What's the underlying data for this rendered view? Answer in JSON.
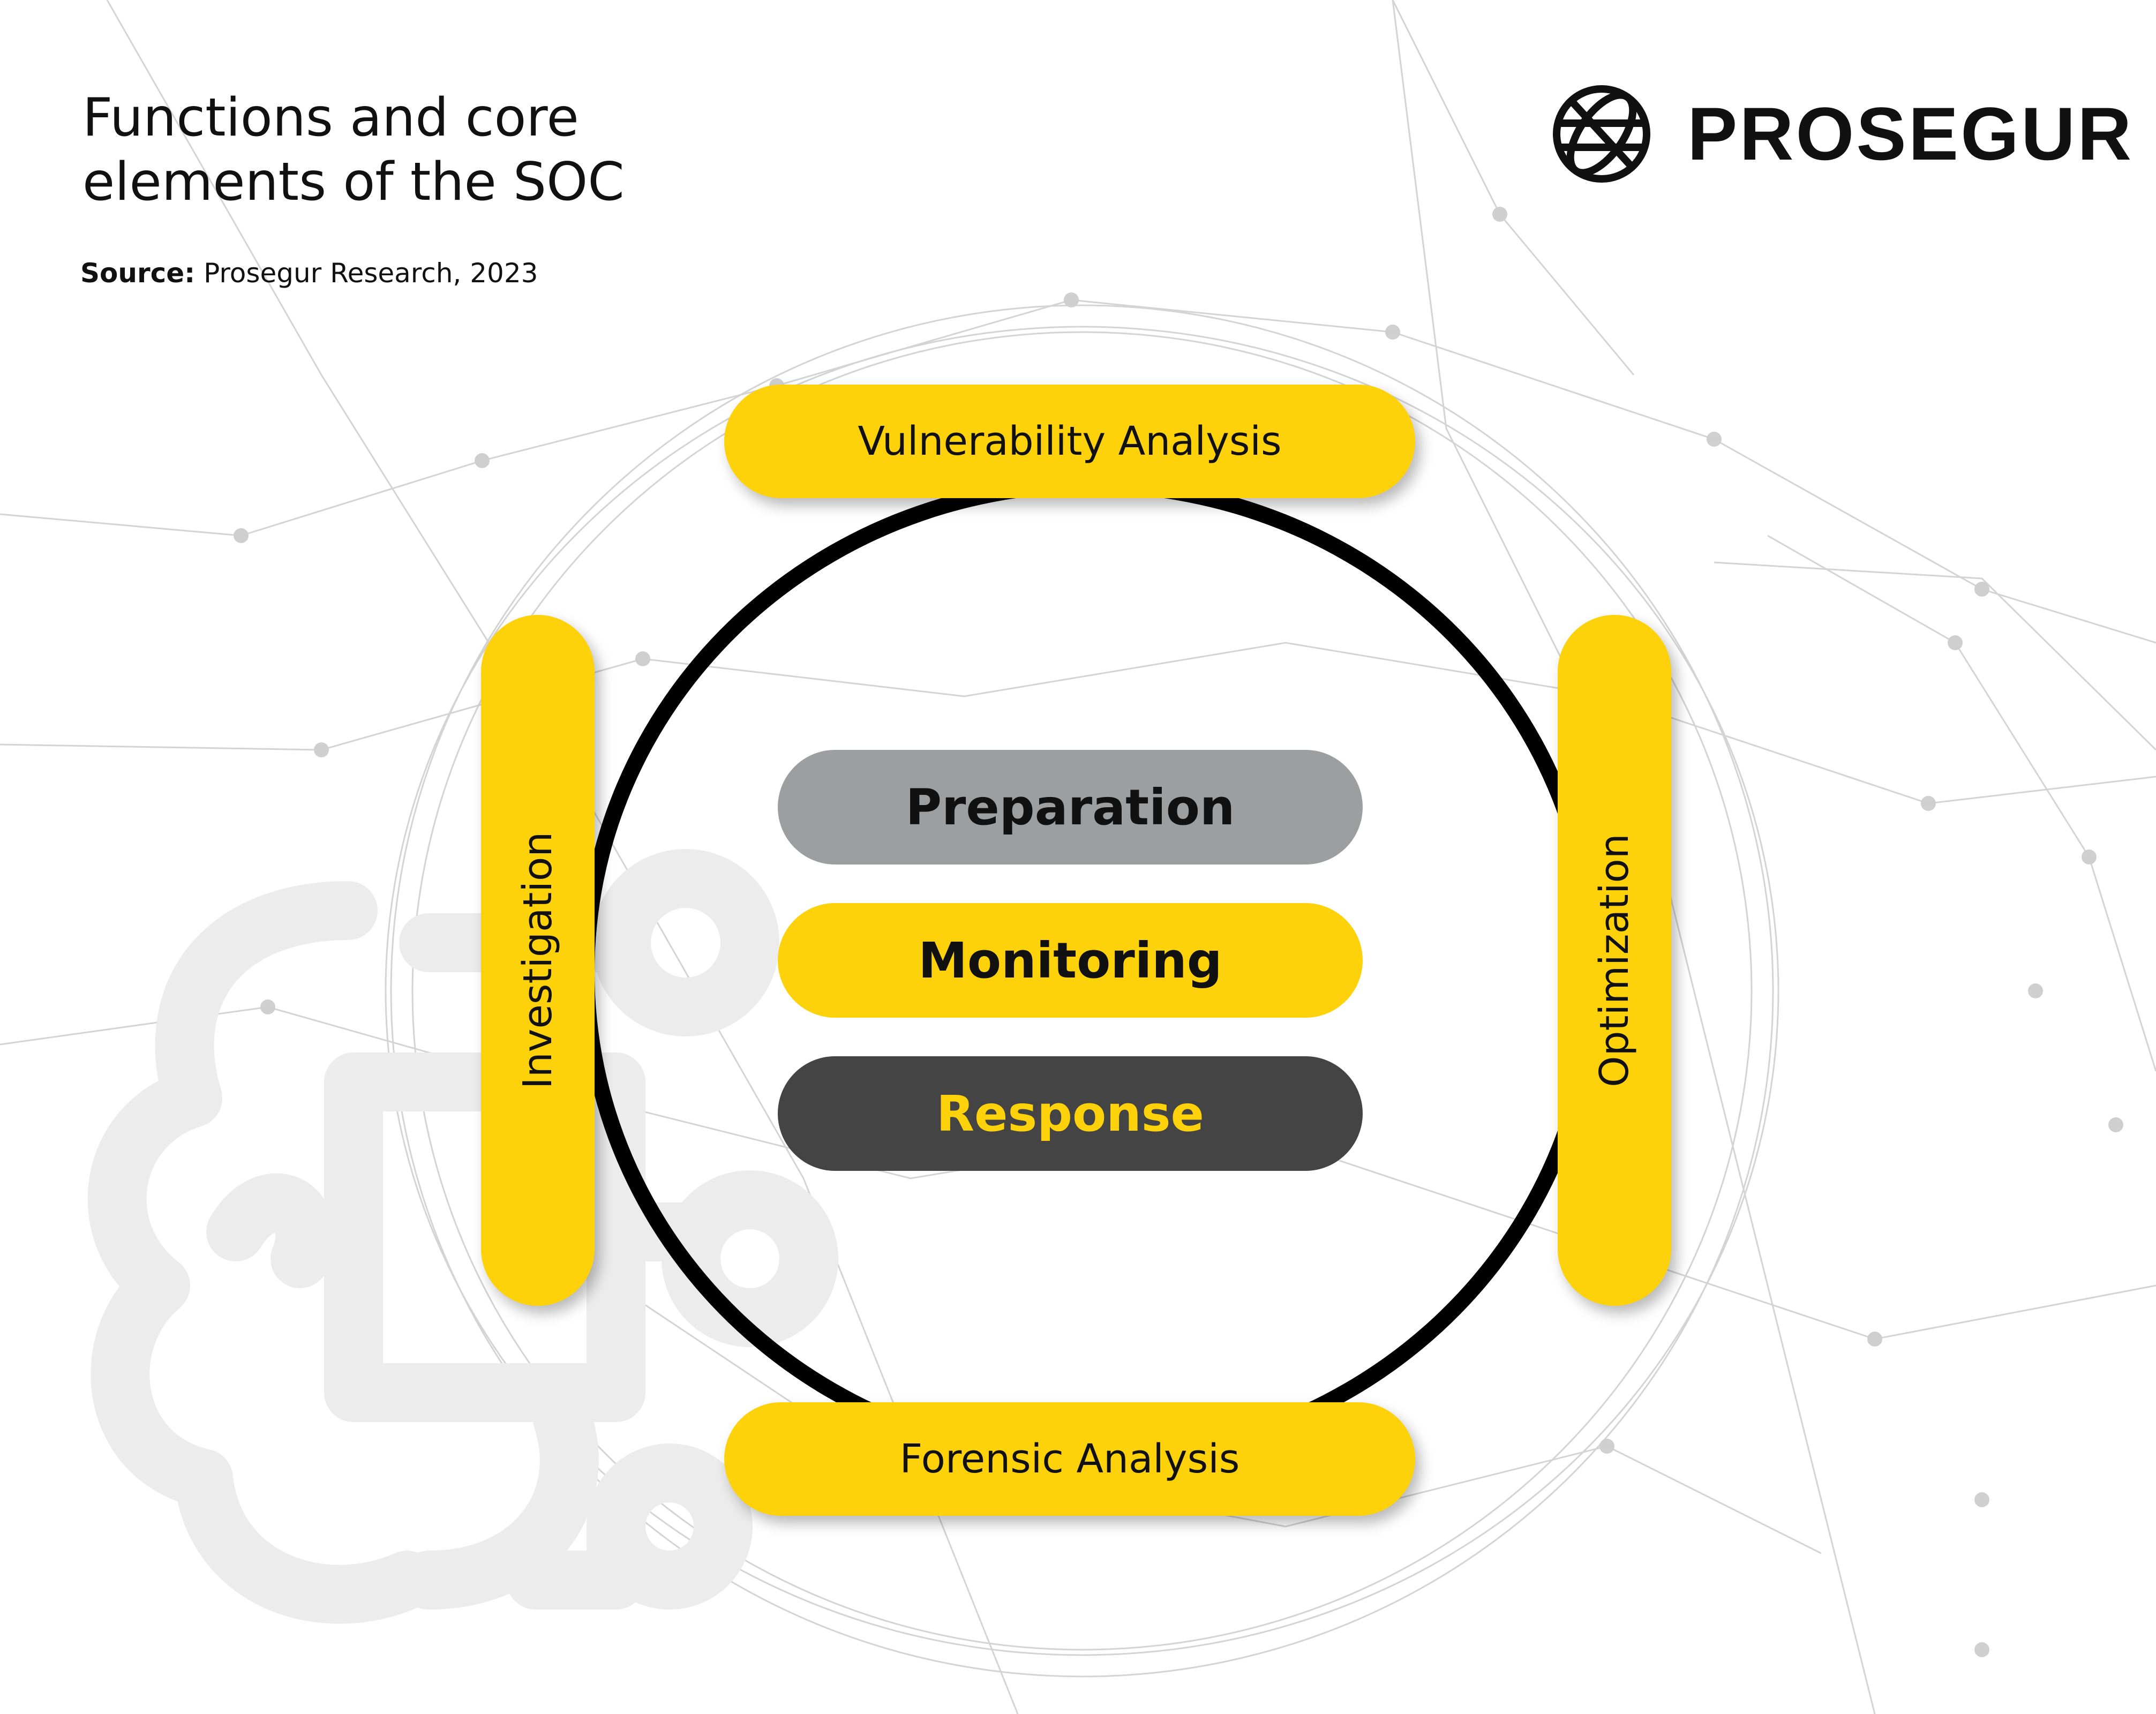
{
  "header": {
    "title": "Functions and core\nelements of the SOC",
    "source_label": "Source:",
    "source_text": "Prosegur Research, 2023"
  },
  "brand": {
    "name": "PROSEGUR",
    "icon": "globe-icon"
  },
  "diagram": {
    "outer_functions": {
      "top": "Vulnerability Analysis",
      "left": "Investigation",
      "right": "Optimization",
      "bottom": "Forensic Analysis"
    },
    "core_elements": [
      "Preparation",
      "Monitoring",
      "Response"
    ]
  },
  "colors": {
    "accent_yellow": "#fdd20a",
    "preparation_bg": "#9d9ea0",
    "monitoring_bg": "#fdd20a",
    "response_bg": "#444444",
    "response_text": "#fdd20a",
    "ring": "#000000"
  }
}
